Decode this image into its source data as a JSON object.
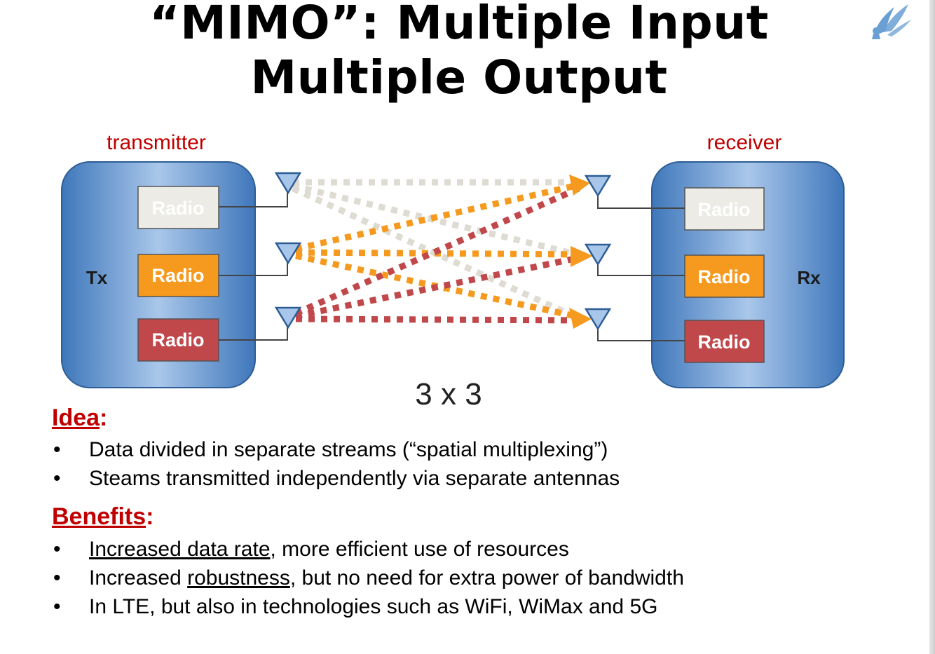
{
  "slide": {
    "title_line1": "“MIMO”: Multiple Input",
    "title_line2": "Multiple Output"
  },
  "diagram": {
    "transmitter_label": "transmitter",
    "receiver_label": "receiver",
    "tx_label": "Tx",
    "rx_label": "Rx",
    "radio_label": "Radio",
    "size_label": "3 x 3",
    "colors": {
      "box": "#4f86c6",
      "radio_white": "#ecebe5",
      "radio_orange": "#f59a1e",
      "radio_red": "#c0474a",
      "stream_white": "#dedbd2",
      "stream_orange": "#f59a1e",
      "stream_red": "#c0474a",
      "label_red": "#c00000"
    }
  },
  "idea": {
    "heading": "Idea",
    "colon": ":",
    "bullet": "•",
    "items": [
      "Data divided in separate streams (“spatial multiplexing”)",
      "Steams transmitted independently via separate antennas"
    ]
  },
  "benefits": {
    "heading": "Benefits",
    "colon": ":",
    "bullet": "•",
    "item1_underlined": "Increased data rate",
    "item1_rest": ", more efficient use of resources",
    "item2_prefix": "Increased ",
    "item2_underlined": "robustness",
    "item2_rest": ", but no need for extra power of bandwidth",
    "item3": "In LTE, but also in technologies such as WiFi, WiMax and 5G"
  }
}
